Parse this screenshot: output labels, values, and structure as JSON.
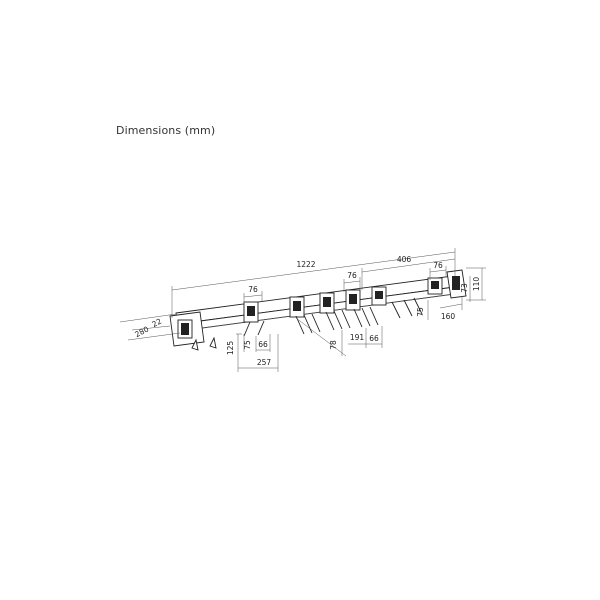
{
  "caption": "Dimensions (mm)",
  "dimensions": {
    "overall_length": "1222",
    "right_section": "406",
    "spacing_right": "76",
    "spacing_mid": "76",
    "spacing_left": "76",
    "depth": "280",
    "offset": "22",
    "hook_height": "125",
    "hook_gap": "75",
    "hook_pitch": "66",
    "hook_span": "257",
    "arm_drop": "78",
    "arm_length": "191",
    "arm_pitch": "66",
    "right_drop": "75",
    "end_width": "160",
    "end_upper": "73",
    "end_height": "110"
  }
}
